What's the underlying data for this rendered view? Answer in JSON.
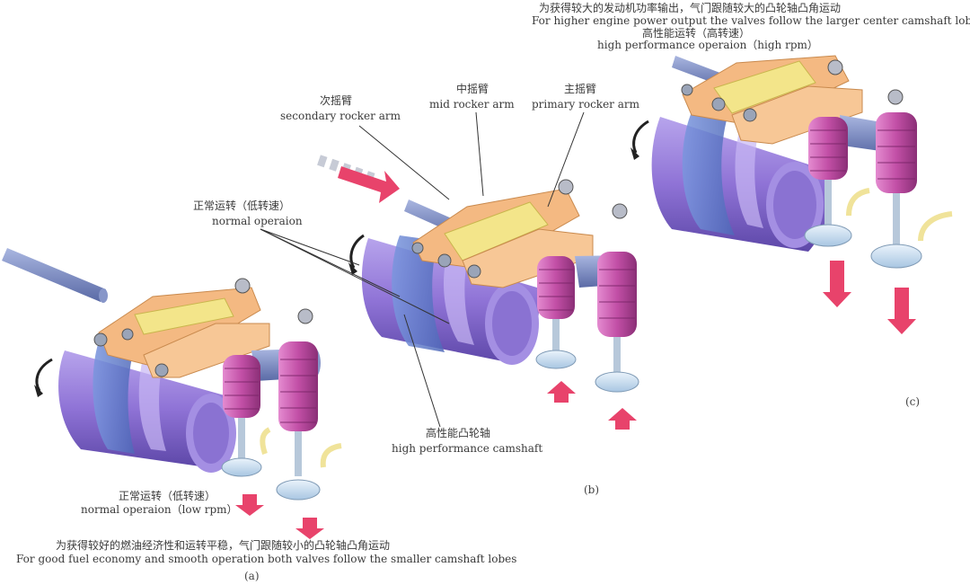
{
  "panels": {
    "a": {
      "mode_cn": "正常运转（低转速）",
      "mode_en": "normal operaion（low rpm）",
      "desc_cn": "为获得较好的燃油经济性和运转平稳，气门跟随较小的凸轮轴凸角运动",
      "desc_en": "For good fuel economy and smooth operation both valves follow the smaller camshaft lobes",
      "caption": "(a)"
    },
    "b": {
      "secondary_cn": "次摇臂",
      "secondary_en": "secondary rocker arm",
      "mid_cn": "中摇臂",
      "mid_en": "mid rocker arm",
      "primary_cn": "主摇臂",
      "primary_en": "primary rocker arm",
      "normal_cn": "正常运转（低转速）",
      "normal_en": "normal operaion",
      "camshaft_cn": "高性能凸轮轴",
      "camshaft_en": "high performance camshaft",
      "caption": "(b)"
    },
    "c": {
      "desc_cn": "为获得较大的发动机功率输出，气门跟随较大的凸轮轴凸角运动",
      "desc_en": "For higher engine power output the valves follow the larger center camshaft lobe",
      "mode_cn": "高性能运转（高转速）",
      "mode_en": "high performance operaion（high rpm）",
      "caption": "(c)"
    }
  },
  "colors": {
    "camshaft": "#8f73d6",
    "camshaft_lobe": "#6a86d2",
    "rocker": "#f4b982",
    "rocker_mid": "#f3e58a",
    "spring": "#c24fa6",
    "valve": "#c9dff0",
    "arrow_red": "#e8436b",
    "arrow_yellow": "#f0e39a",
    "shaft": "#7e8fc6"
  }
}
